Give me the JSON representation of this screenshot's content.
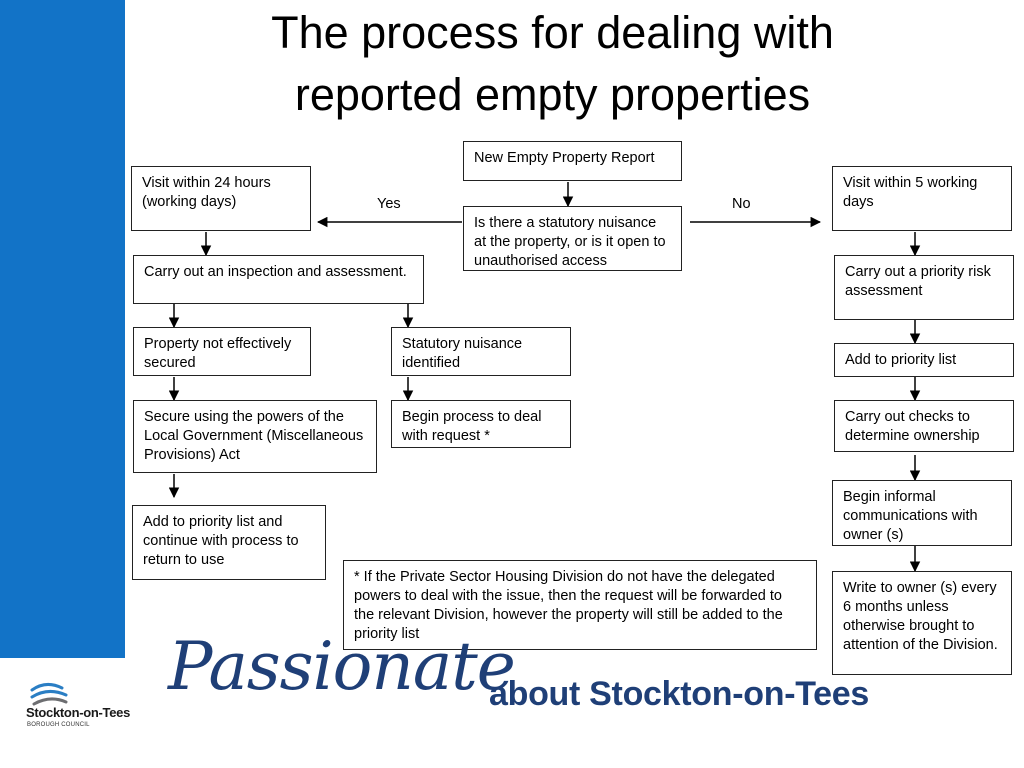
{
  "title": {
    "line1": "The process for dealing with",
    "line2": "reported empty properties"
  },
  "flow": {
    "start": "New Empty Property Report",
    "question": "Is there a statutory nuisance at the property, or is it open to unauthorised access",
    "yes_label": "Yes",
    "no_label": "No",
    "yes_branch": {
      "visit": "Visit within 24 hours (working days)",
      "inspection": "Carry out an inspection and assessment.",
      "not_secured": "Property not effectively secured",
      "secure": "Secure using the powers of the Local Government (Miscellaneous Provisions) Act",
      "add_priority": "Add to priority list and continue with process to return to use",
      "nuisance": "Statutory nuisance identified",
      "begin_process": "Begin process to deal with request *"
    },
    "no_branch": {
      "visit": "Visit within 5 working days",
      "risk": "Carry out a priority risk assessment",
      "add_priority": "Add to priority list",
      "checks": "Carry out checks to determine ownership",
      "informal": "Begin informal communications with owner (s)",
      "write": "Write to owner (s) every 6 months unless otherwise brought to attention of the Division."
    },
    "footnote": "* If the Private Sector Housing Division do not have the delegated powers to deal with the issue, then the request will be forwarded to the relevant Division, however the property will still be added to the priority list"
  },
  "branding": {
    "council_name": "Stockton-on-Tees",
    "council_sub": "BOROUGH COUNCIL",
    "slogan_script": "Passionate",
    "slogan_text": "about Stockton-on-Tees",
    "accent_color": "#1273c7",
    "brand_color": "#1f3f77"
  }
}
